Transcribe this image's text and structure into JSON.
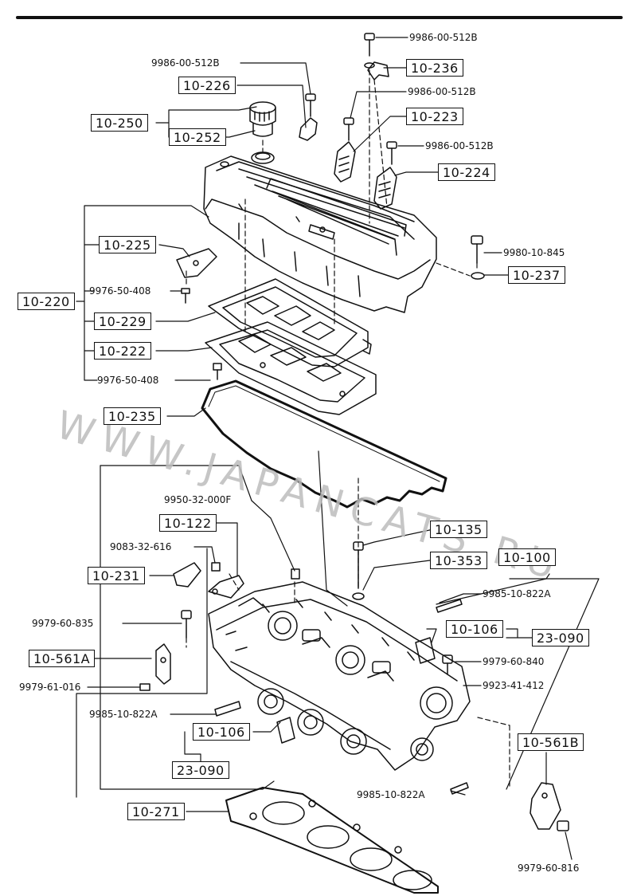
{
  "watermark": "WWW.JAPANCATS.RU",
  "callouts": {
    "c10_236": "10-236",
    "c10_226": "10-226",
    "c10_250": "10-250",
    "c10_252": "10-252",
    "c10_223": "10-223",
    "c10_224": "10-224",
    "c10_225": "10-225",
    "c10_237": "10-237",
    "c10_220": "10-220",
    "c10_229": "10-229",
    "c10_222": "10-222",
    "c10_235": "10-235",
    "c10_122": "10-122",
    "c10_135": "10-135",
    "c10_353": "10-353",
    "c10_100": "10-100",
    "c10_231": "10-231",
    "c10_106a": "10-106",
    "c23_090a": "23-090",
    "c10_561a": "10-561A",
    "c10_106b": "10-106",
    "c23_090b": "23-090",
    "c10_561b": "10-561B",
    "c10_271": "10-271"
  },
  "part_numbers": {
    "p9986_top": "9986-00-512B",
    "p9986_left": "9986-00-512B",
    "p9986_mid": "9986-00-512B",
    "p9986_right": "9986-00-512B",
    "p9980": "9980-10-845",
    "p9976_a": "9976-50-408",
    "p9976_b": "9976-50-408",
    "p9950": "9950-32-000F",
    "p9083": "9083-32-616",
    "p9985_a": "9985-10-822A",
    "p9979_835": "9979-60-835",
    "p9979_840": "9979-60-840",
    "p9979_016": "9979-61-016",
    "p9923": "9923-41-412",
    "p9985_b": "9985-10-822A",
    "p9985_c": "9985-10-822A",
    "p9979_816": "9979-60-816"
  },
  "colors": {
    "ink": "#111111",
    "watermark": "#bdbdbd"
  }
}
